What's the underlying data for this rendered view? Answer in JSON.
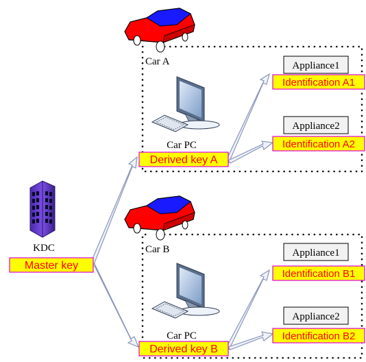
{
  "kdc": {
    "label": "KDC"
  },
  "master_key": {
    "label": "Master key"
  },
  "car_a": {
    "label": "Car A",
    "pc_label": "Car PC",
    "derived_key": "Derived key A",
    "appliances": [
      {
        "label": "Appliance1",
        "identification": "Identification A1"
      },
      {
        "label": "Appliance2",
        "identification": "Identification A2"
      }
    ]
  },
  "car_b": {
    "label": "Car B",
    "pc_label": "Car PC",
    "derived_key": "Derived key B",
    "appliances": [
      {
        "label": "Appliance1",
        "identification": "Identification B1"
      },
      {
        "label": "Appliance2",
        "identification": "Identification B2"
      }
    ]
  },
  "colors": {
    "key_fill": "#ffff00",
    "key_border": "#e000e0",
    "key_text": "#ff0000",
    "car_body": "#ff0000",
    "car_roof": "#1a1aff",
    "building": "#6a3bd6",
    "arrow_fill": "#eef2fb",
    "arrow_stroke": "#8a96b8"
  }
}
